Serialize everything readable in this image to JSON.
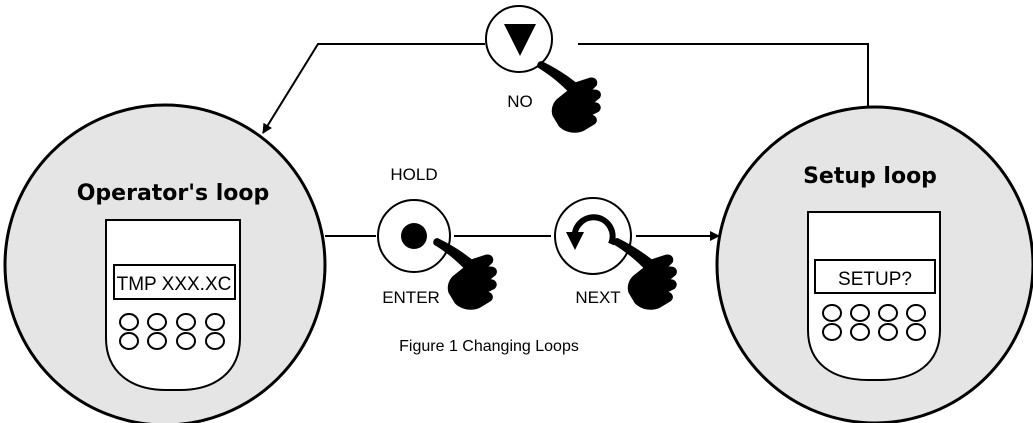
{
  "colors": {
    "loop_fill": "#e5e5e5",
    "line": "#000000",
    "background": "#ffffff"
  },
  "operator_loop": {
    "title": "Operator's loop",
    "display": "TMP XXX.XC"
  },
  "setup_loop": {
    "title": "Setup loop",
    "display": "SETUP?"
  },
  "buttons": {
    "no": {
      "label": "NO",
      "icon": "down-triangle-icon"
    },
    "hold_enter": {
      "top_label": "HOLD",
      "bottom_label": "ENTER",
      "icon": "filled-dot-icon"
    },
    "next": {
      "label": "NEXT",
      "icon": "curved-arrow-icon"
    }
  },
  "caption": "Figure 1 Changing Loops"
}
